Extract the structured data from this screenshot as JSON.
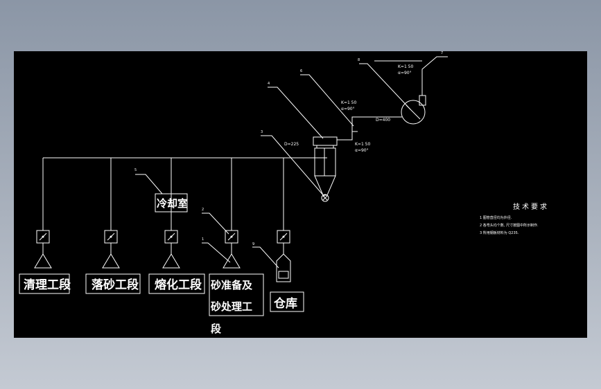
{
  "labels": {
    "station1": "清理工段",
    "station2": "落砂工段",
    "station3": "熔化工段",
    "station4_line1": "砂准备及",
    "station4_line2": "砂处理工",
    "station4_line3": "段",
    "station5": "仓库",
    "cooling": "冷却室"
  },
  "callouts": {
    "c1": "1",
    "c2": "2",
    "c3": "3",
    "c4": "4",
    "c5": "5",
    "c6": "6",
    "c7": "7",
    "c8": "8",
    "c9": "9"
  },
  "annotations": {
    "d225": "D=225",
    "d400": "D=400",
    "k_top": "K=1 50",
    "a_top": "α=90°",
    "k_mid": "K=1 50",
    "a_mid": "α=90°",
    "k_low": "K=1 50",
    "a_low": "α=90°"
  },
  "tech": {
    "title": "技术要求",
    "note1": "1 图管直径均为外径.",
    "note2": "2 各弯头均个数, 尺寸按图中所示制作.",
    "note3": "3 所用钢板材料为 Q235."
  },
  "colors": {
    "canvas": "#000000",
    "line": "#ffffff"
  }
}
